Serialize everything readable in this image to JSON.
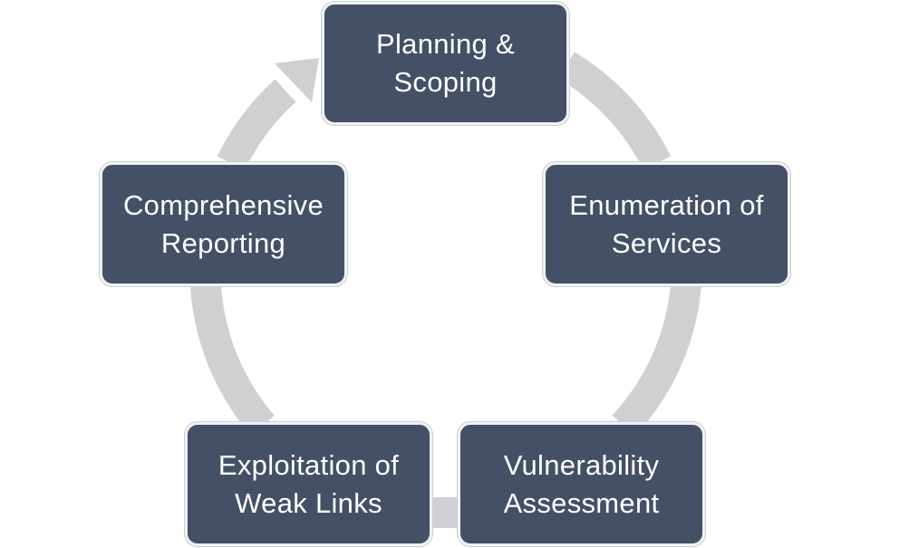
{
  "diagram": {
    "type": "cycle",
    "colors": {
      "node_fill": "#445066",
      "node_text": "#ffffff",
      "connector": "#d0d0d3"
    },
    "steps": [
      {
        "label": "Planning &\nScoping"
      },
      {
        "label": "Enumeration of\nServices"
      },
      {
        "label": "Vulnerability\nAssessment"
      },
      {
        "label": "Exploitation of\nWeak Links"
      },
      {
        "label": "Comprehensive\nReporting"
      }
    ]
  }
}
